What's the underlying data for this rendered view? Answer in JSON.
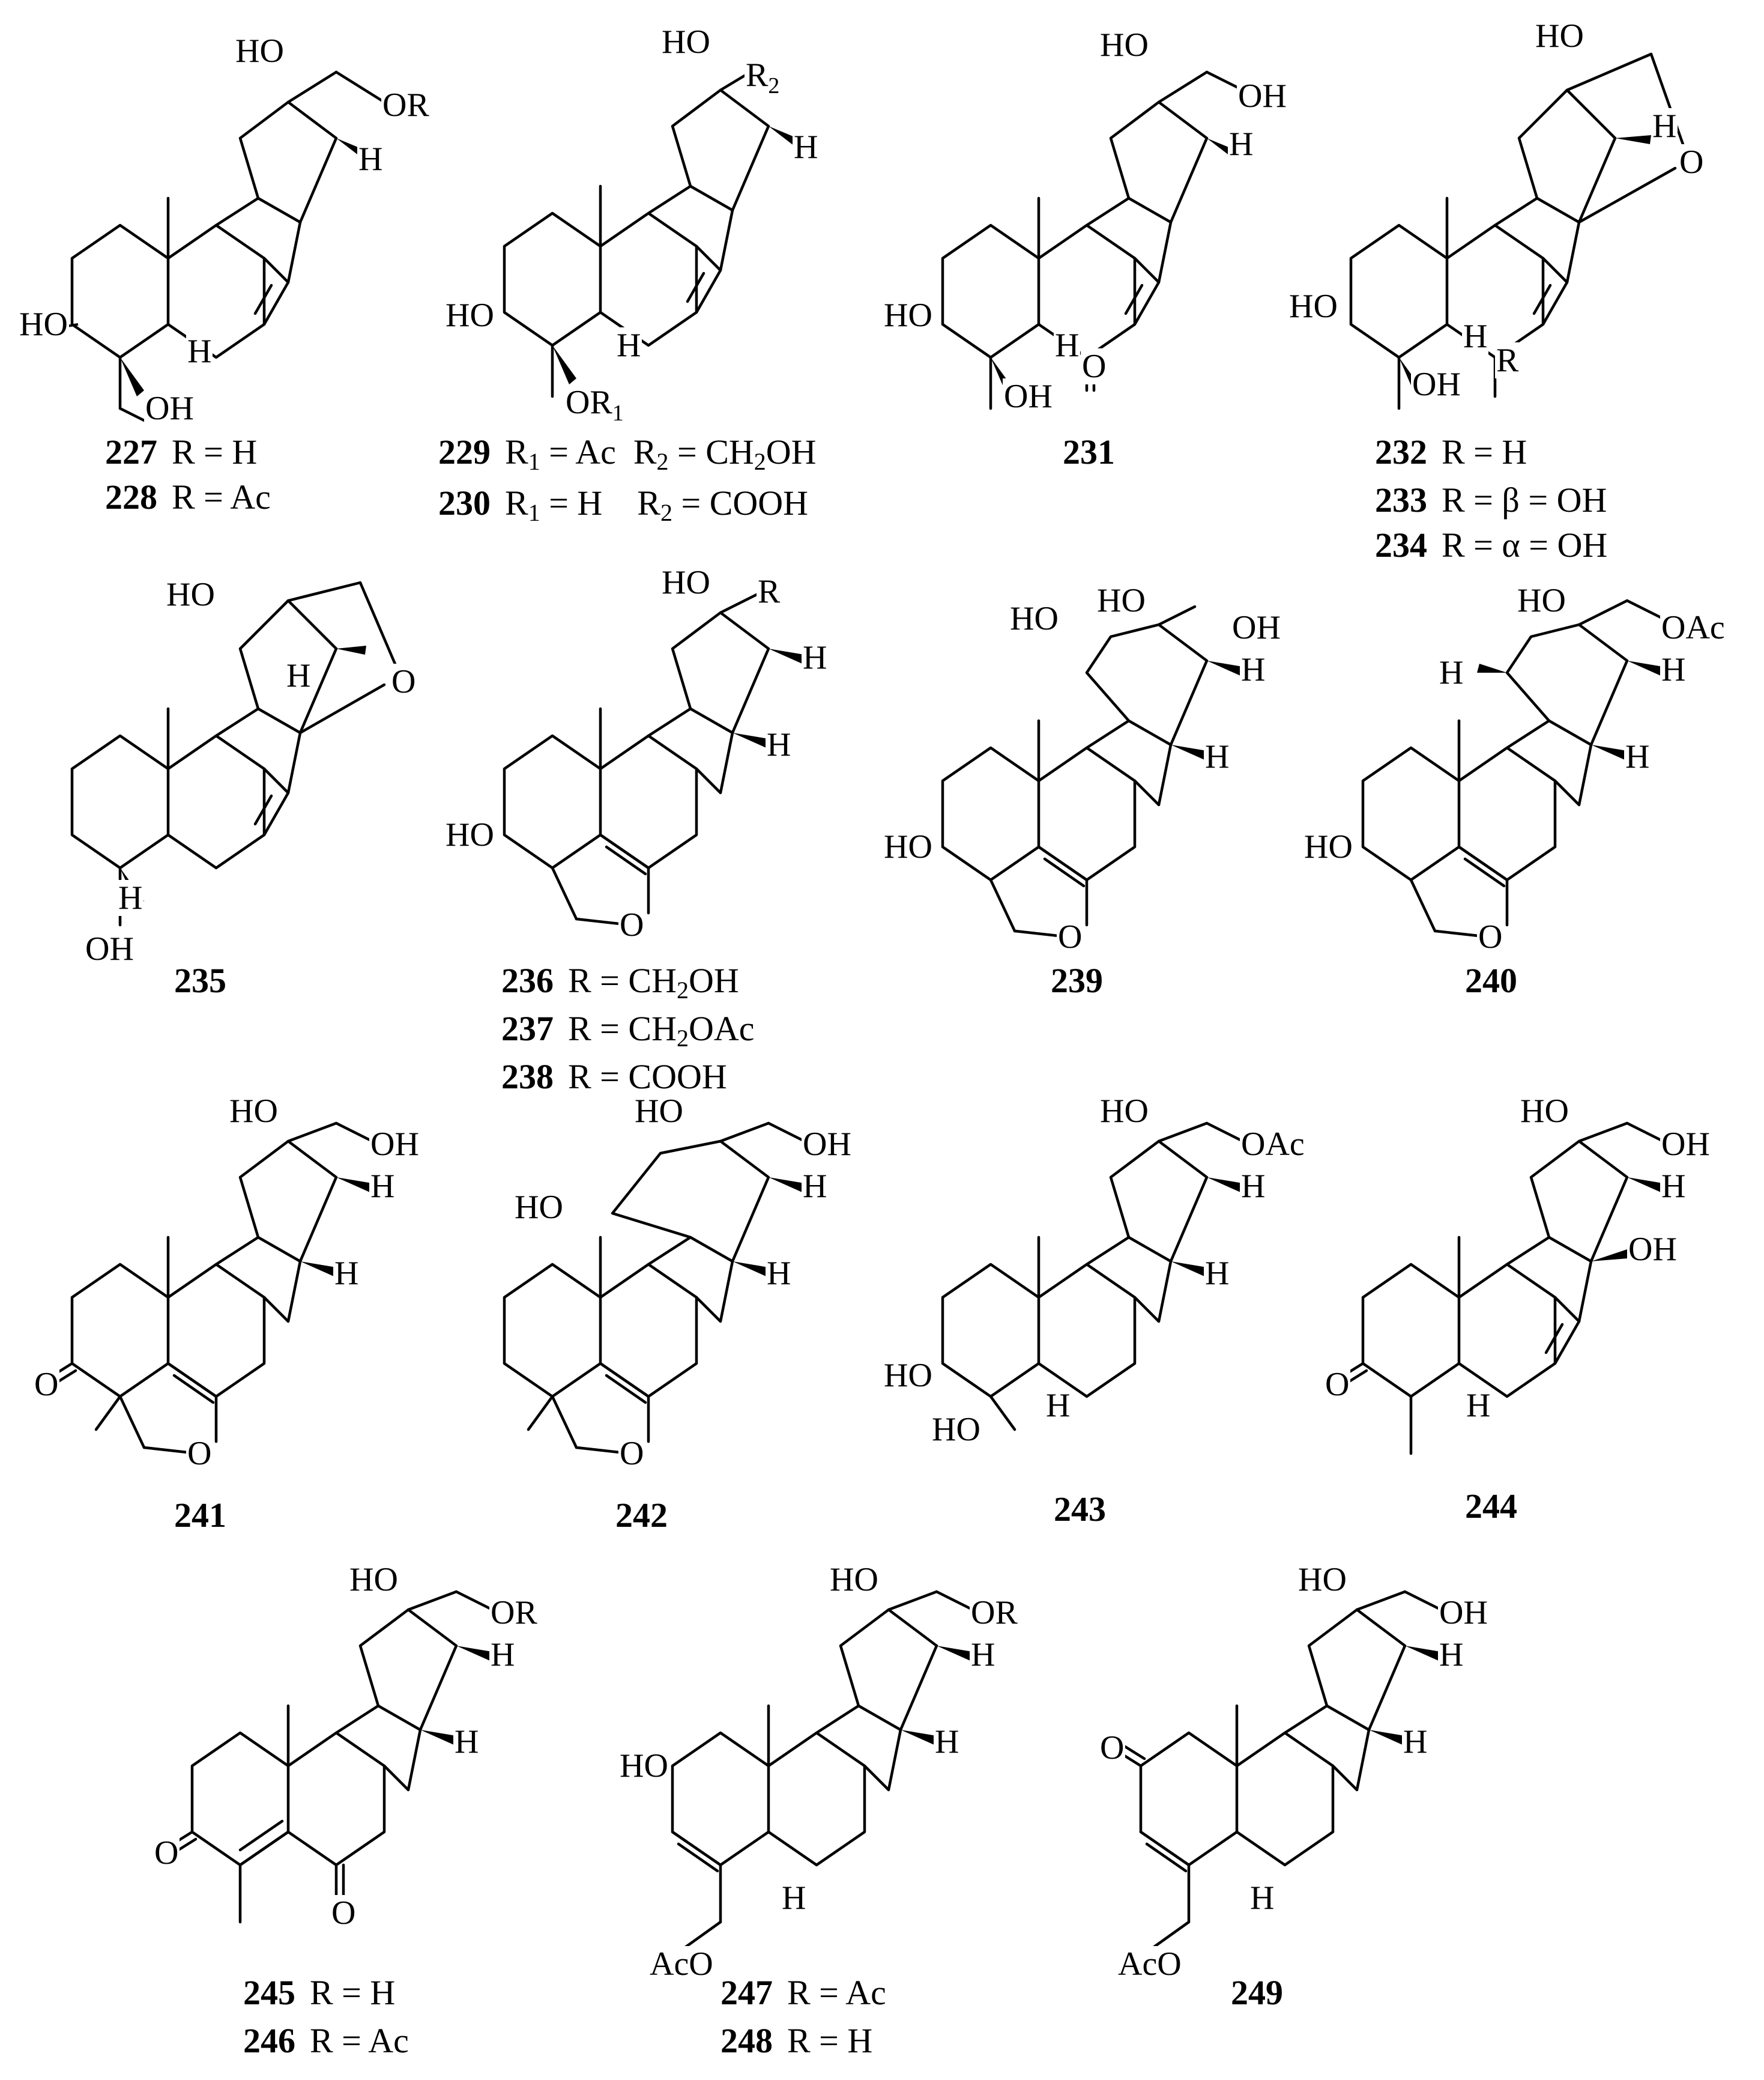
{
  "compounds": [
    {
      "ids": [
        "227",
        "228"
      ],
      "atoms": {
        "ho_top": "HO",
        "side": "OR",
        "h_right": "H",
        "ho_left": "HO",
        "h_bottom": "H",
        "oh_bottom": "OH"
      },
      "captions": [
        {
          "num": "227",
          "text": "R = H"
        },
        {
          "num": "228",
          "text": "R = Ac"
        }
      ]
    },
    {
      "ids": [
        "229",
        "230"
      ],
      "atoms": {
        "ho_top": "HO",
        "side": "R",
        "side_sub": "2",
        "h_right": "H",
        "ho_left": "HO",
        "h_bottom": "H",
        "or_bottom": "OR",
        "or_bottom_sub": "1"
      },
      "captions": [
        {
          "num": "229",
          "r1": "R",
          "r1_sub": "1",
          "r1_val": " = Ac",
          "r2": "R",
          "r2_sub": "2",
          "r2_val_a": " = CH",
          "r2_val_sub": "2",
          "r2_val_b": "OH"
        },
        {
          "num": "230",
          "r1": "R",
          "r1_sub": "1",
          "r1_val": " = H",
          "r2": "R",
          "r2_sub": "2",
          "r2_val_a": " = COOH",
          "r2_val_sub": "",
          "r2_val_b": ""
        }
      ]
    },
    {
      "ids": [
        "231"
      ],
      "atoms": {
        "ho_top": "HO",
        "side": "OH",
        "h_right": "H",
        "ho_left": "HO",
        "h_bottom": "H",
        "oh_bottom": "OH",
        "ketone_o": "O"
      },
      "captions": [
        {
          "num": "231",
          "text": ""
        }
      ]
    },
    {
      "ids": [
        "232",
        "233",
        "234"
      ],
      "atoms": {
        "ho_top": "HO",
        "ring_o": "O",
        "h_right": "H",
        "ho_left": "HO",
        "h_bottom": "H",
        "oh_bottom": "OH",
        "r": "R"
      },
      "captions": [
        {
          "num": "232",
          "text": "R = H"
        },
        {
          "num": "233",
          "text": "R = β = OH"
        },
        {
          "num": "234",
          "text": "R = α = OH"
        }
      ]
    },
    {
      "ids": [
        "235"
      ],
      "atoms": {
        "ho_top": "HO",
        "ring_o": "O",
        "h_right": "H",
        "h_bottom": "H",
        "oh_bottom": "OH"
      },
      "captions": [
        {
          "num": "235",
          "text": ""
        }
      ]
    },
    {
      "ids": [
        "236",
        "237",
        "238"
      ],
      "atoms": {
        "ho_top": "HO",
        "side": "R",
        "h_right": "H",
        "h_right2": "H",
        "ho_left": "HO",
        "furan_o": "O"
      },
      "captions": [
        {
          "num": "236",
          "text_a": "R = CH",
          "text_sub": "2",
          "text_b": "OH"
        },
        {
          "num": "237",
          "text_a": "R = CH",
          "text_sub": "2",
          "text_b": "OAc"
        },
        {
          "num": "238",
          "text_a": "R = COOH",
          "text_sub": "",
          "text_b": ""
        }
      ]
    },
    {
      "ids": [
        "239"
      ],
      "atoms": {
        "ho_top": "HO",
        "ho_top2": "HO",
        "side": "OH",
        "h_right": "H",
        "h_right2": "H",
        "ho_left": "HO",
        "furan_o": "O"
      },
      "captions": [
        {
          "num": "239",
          "text": ""
        }
      ]
    },
    {
      "ids": [
        "240"
      ],
      "atoms": {
        "ho_top": "HO",
        "side": "OAc",
        "h_left": "H",
        "h_right": "H",
        "h_right2": "H",
        "ho_left": "HO",
        "furan_o": "O"
      },
      "captions": [
        {
          "num": "240",
          "text": ""
        }
      ]
    },
    {
      "ids": [
        "241"
      ],
      "atoms": {
        "ho_top": "HO",
        "side": "OH",
        "h_right": "H",
        "h_right2": "H",
        "ketone_o": "O",
        "furan_o": "O"
      },
      "captions": [
        {
          "num": "241",
          "text": ""
        }
      ]
    },
    {
      "ids": [
        "242"
      ],
      "atoms": {
        "ho_top": "HO",
        "ho_left_top": "HO",
        "side": "OH",
        "h_right": "H",
        "h_right2": "H",
        "furan_o": "O"
      },
      "captions": [
        {
          "num": "242",
          "text": ""
        }
      ]
    },
    {
      "ids": [
        "243"
      ],
      "atoms": {
        "ho_top": "HO",
        "side": "OAc",
        "h_right": "H",
        "h_right2": "H",
        "ho_left": "HO",
        "ho_left2": "HO",
        "h_bottom": "H"
      },
      "captions": [
        {
          "num": "243",
          "text": ""
        }
      ]
    },
    {
      "ids": [
        "244"
      ],
      "atoms": {
        "ho_top": "HO",
        "side": "OH",
        "h_right": "H",
        "oh_right": "OH",
        "ketone_o": "O",
        "h_bottom": "H"
      },
      "captions": [
        {
          "num": "244",
          "text": ""
        }
      ]
    },
    {
      "ids": [
        "245",
        "246"
      ],
      "atoms": {
        "ho_top": "HO",
        "side": "OR",
        "h_right": "H",
        "h_right2": "H",
        "ketone_o": "O",
        "ketone_o2": "O"
      },
      "captions": [
        {
          "num": "245",
          "text": "R = H"
        },
        {
          "num": "246",
          "text": "R = Ac"
        }
      ]
    },
    {
      "ids": [
        "247",
        "248"
      ],
      "atoms": {
        "ho_top": "HO",
        "side": "OR",
        "h_right": "H",
        "h_right2": "H",
        "ho_left": "HO",
        "h_bottom": "H",
        "oac_bottom": "AcO"
      },
      "captions": [
        {
          "num": "247",
          "text": "R = Ac"
        },
        {
          "num": "248",
          "text": "R = H"
        }
      ]
    },
    {
      "ids": [
        "249"
      ],
      "atoms": {
        "ho_top": "HO",
        "side": "OH",
        "h_right": "H",
        "h_right2": "H",
        "ketone_o": "O",
        "h_bottom": "H",
        "oac_bottom": "AcO"
      },
      "captions": [
        {
          "num": "249",
          "text": ""
        }
      ]
    }
  ]
}
